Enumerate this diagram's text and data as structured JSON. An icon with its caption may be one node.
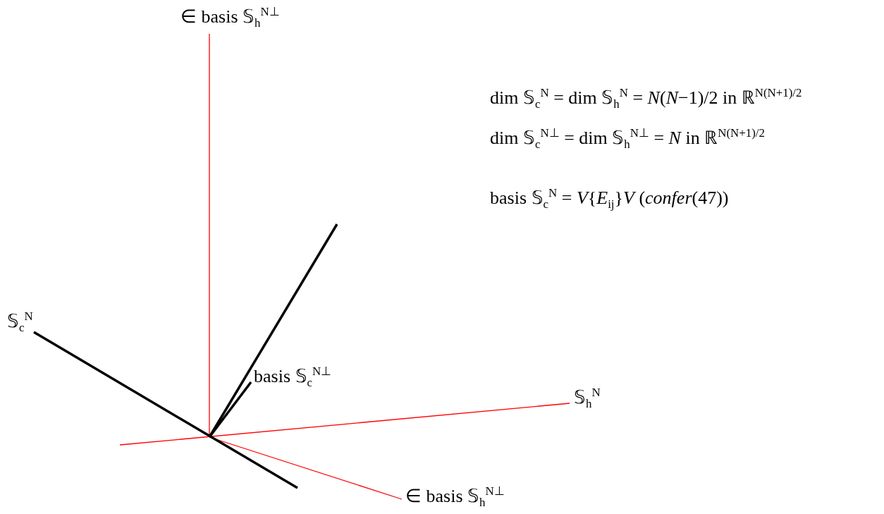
{
  "diagram": {
    "labels": [
      "∈ basis 𝕊$_{h}$$^{N⊥}$",
      "dim 𝕊$_{c}$$^{N}$ = dim 𝕊$_{h}$$^{N}$ = *N*(*N*−1)/2 in ℝ$^{N(N+1)/2}$",
      "dim 𝕊$_{c}$$^{N⊥}$ = dim 𝕊$_{h}$$^{N⊥}$ = *N* in ℝ$^{N(N+1)/2}$",
      "basis 𝕊$_{c}$$^{N}$ = *V*{*E*$_{ij}$}*V*  (*confer*(47))",
      "𝕊$_{c}$$^{N}$",
      "basis 𝕊$_{c}$$^{N⊥}$",
      "𝕊$_{h}$$^{N}$",
      "∈ basis 𝕊$_{h}$$^{N⊥}$"
    ]
  }
}
